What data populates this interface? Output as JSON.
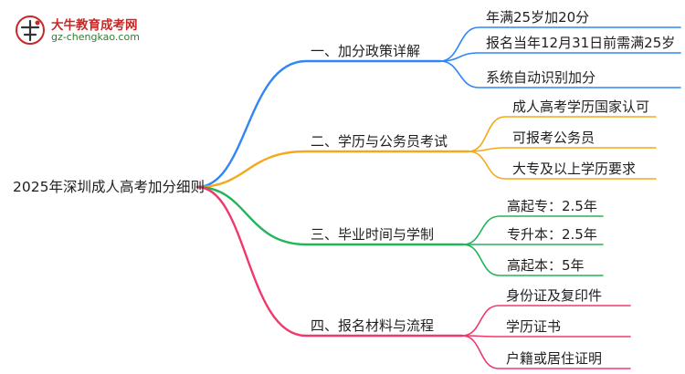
{
  "logo": {
    "title": "大牛教育成考网",
    "url": "gz-chengkao.com"
  },
  "root": {
    "label": "2025年深圳成人高考加分细则"
  },
  "branches": [
    {
      "label": "一、加分政策详解",
      "color": "#2f86f6",
      "children": [
        "年满25岁加20分",
        "报名当年12月31日前需满25岁",
        "系统自动识别加分"
      ]
    },
    {
      "label": "二、学历与公务员考试",
      "color": "#f4a81c",
      "children": [
        "成人高考学历国家认可",
        "可报考公务员",
        "大专及以上学历要求"
      ]
    },
    {
      "label": "三、毕业时间与学制",
      "color": "#22b45a",
      "children": [
        "高起专：2.5年",
        "专升本：2.5年",
        "高起本：5年"
      ]
    },
    {
      "label": "四、报名材料与流程",
      "color": "#f0386b",
      "children": [
        "身份证及复印件",
        "学历证书",
        "户籍或居住证明"
      ]
    }
  ]
}
